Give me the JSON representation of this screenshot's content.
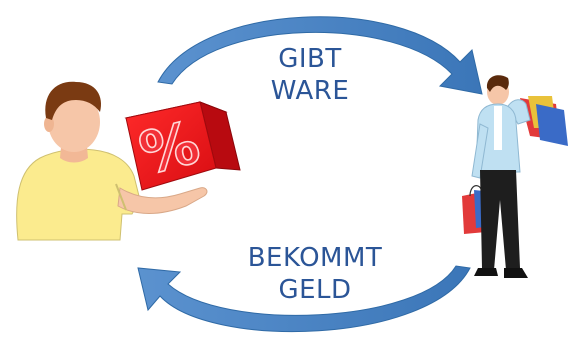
{
  "top_label": {
    "line1": "GIBT",
    "line2": "WARE"
  },
  "bottom_label": {
    "line1": "BEKOMMT",
    "line2": "GELD"
  },
  "box_symbol": "%",
  "colors": {
    "arrow": "#4a86c6",
    "arrow_dark": "#2f6aa6",
    "label_text": "#2b5597",
    "red_box": "#e8111a",
    "shirt_yellow": "#fbeb8e",
    "skin": "#f6c6a8",
    "hair_brown": "#7a3a12",
    "customer_jacket": "#bfe0f2",
    "customer_trousers": "#1e1e1e",
    "bag_blue": "#3a6bc7",
    "bag_red": "#e23a3a"
  },
  "icons": {
    "seller": "seller-person-icon",
    "box": "percent-box-icon",
    "customer": "customer-shopper-icon",
    "arrow_top": "curved-arrow-right-icon",
    "arrow_bottom": "curved-arrow-left-icon"
  }
}
